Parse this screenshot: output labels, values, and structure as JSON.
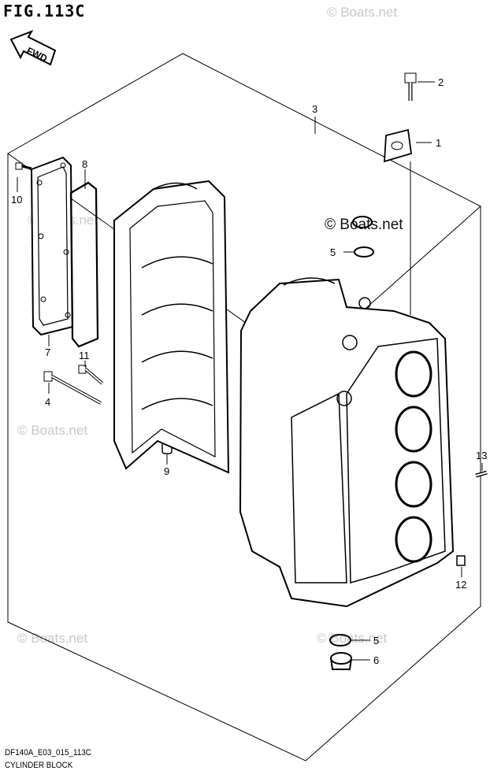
{
  "figure": {
    "title": "FIG.113C",
    "direction_label": "FWD",
    "code": "DF140A_E03_015_113C",
    "name": "CYLINDER BLOCK"
  },
  "watermarks": {
    "text": "© Boats.net",
    "featured_text": "© Boats.net"
  },
  "callouts": [
    "1",
    "2",
    "3",
    "4",
    "5",
    "5",
    "6",
    "7",
    "8",
    "9",
    "10",
    "11",
    "12",
    "13"
  ],
  "icons": {
    "fwd_arrow": "fwd-arrow-icon"
  }
}
